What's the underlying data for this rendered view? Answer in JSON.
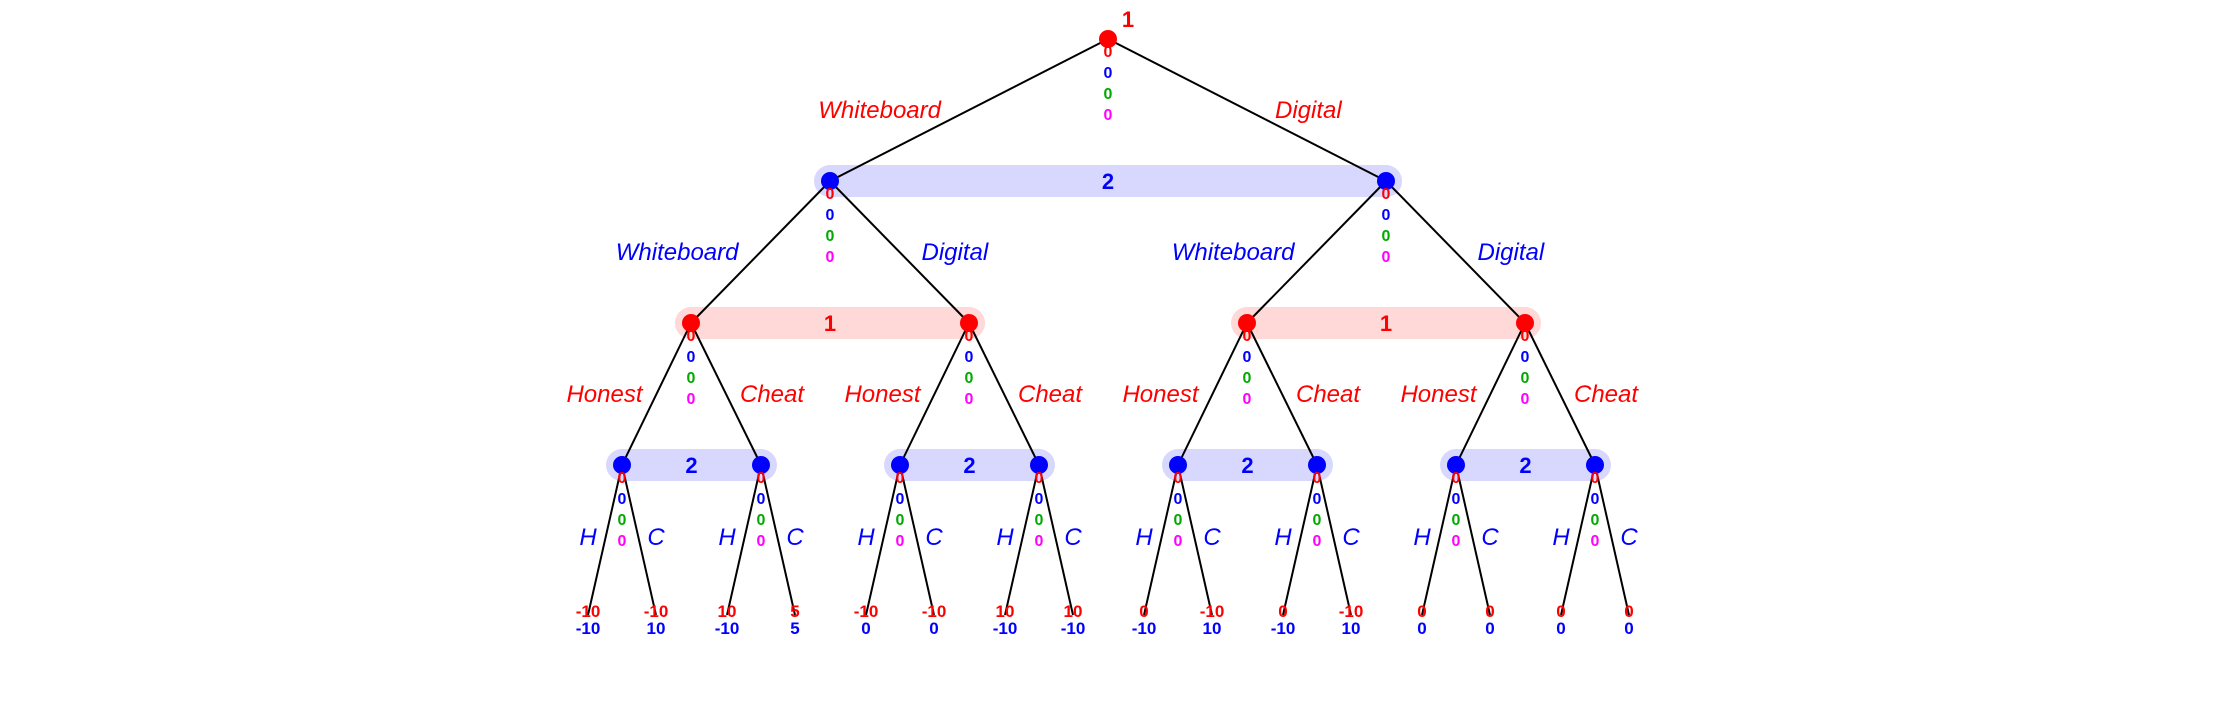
{
  "colors": {
    "player1": "#ff0000",
    "player2": "#0000ff",
    "player1_set": "#ffd8d8",
    "player2_set": "#d8d8ff",
    "value3": "#00aa00",
    "value4": "#ff00ff"
  },
  "root": {
    "player": "1",
    "values": [
      "0",
      "0",
      "0",
      "0"
    ]
  },
  "level1": {
    "edges": [
      "Whiteboard",
      "Digital"
    ],
    "info_set_label": "2",
    "nodes": [
      {
        "values": [
          "0",
          "0",
          "0",
          "0"
        ]
      },
      {
        "values": [
          "0",
          "0",
          "0",
          "0"
        ]
      }
    ]
  },
  "level2": {
    "edges": [
      "Whiteboard",
      "Digital",
      "Whiteboard",
      "Digital"
    ],
    "info_sets": [
      "1",
      "1"
    ],
    "nodes": [
      {
        "values": [
          "0",
          "0",
          "0",
          "0"
        ]
      },
      {
        "values": [
          "0",
          "0",
          "0",
          "0"
        ]
      },
      {
        "values": [
          "0",
          "0",
          "0",
          "0"
        ]
      },
      {
        "values": [
          "0",
          "0",
          "0",
          "0"
        ]
      }
    ]
  },
  "level3": {
    "edges": [
      "Honest",
      "Cheat",
      "Honest",
      "Cheat",
      "Honest",
      "Cheat",
      "Honest",
      "Cheat"
    ],
    "info_sets": [
      "2",
      "2",
      "2",
      "2"
    ],
    "nodes": [
      {
        "values": [
          "0",
          "0",
          "0",
          "0"
        ]
      },
      {
        "values": [
          "0",
          "0",
          "0",
          "0"
        ]
      },
      {
        "values": [
          "0",
          "0",
          "0",
          "0"
        ]
      },
      {
        "values": [
          "0",
          "0",
          "0",
          "0"
        ]
      },
      {
        "values": [
          "0",
          "0",
          "0",
          "0"
        ]
      },
      {
        "values": [
          "0",
          "0",
          "0",
          "0"
        ]
      },
      {
        "values": [
          "0",
          "0",
          "0",
          "0"
        ]
      },
      {
        "values": [
          "0",
          "0",
          "0",
          "0"
        ]
      }
    ]
  },
  "level4_edges": [
    "H",
    "C",
    "H",
    "C",
    "H",
    "C",
    "H",
    "C",
    "H",
    "C",
    "H",
    "C",
    "H",
    "C",
    "H",
    "C"
  ],
  "payoffs": [
    {
      "p1": "-10",
      "p2": "-10"
    },
    {
      "p1": "-10",
      "p2": "10"
    },
    {
      "p1": "10",
      "p2": "-10"
    },
    {
      "p1": "5",
      "p2": "5"
    },
    {
      "p1": "-10",
      "p2": "0"
    },
    {
      "p1": "-10",
      "p2": "0"
    },
    {
      "p1": "10",
      "p2": "-10"
    },
    {
      "p1": "10",
      "p2": "-10"
    },
    {
      "p1": "0",
      "p2": "-10"
    },
    {
      "p1": "-10",
      "p2": "10"
    },
    {
      "p1": "0",
      "p2": "-10"
    },
    {
      "p1": "-10",
      "p2": "10"
    },
    {
      "p1": "0",
      "p2": "0"
    },
    {
      "p1": "0",
      "p2": "0"
    },
    {
      "p1": "0",
      "p2": "0"
    },
    {
      "p1": "0",
      "p2": "0"
    }
  ]
}
